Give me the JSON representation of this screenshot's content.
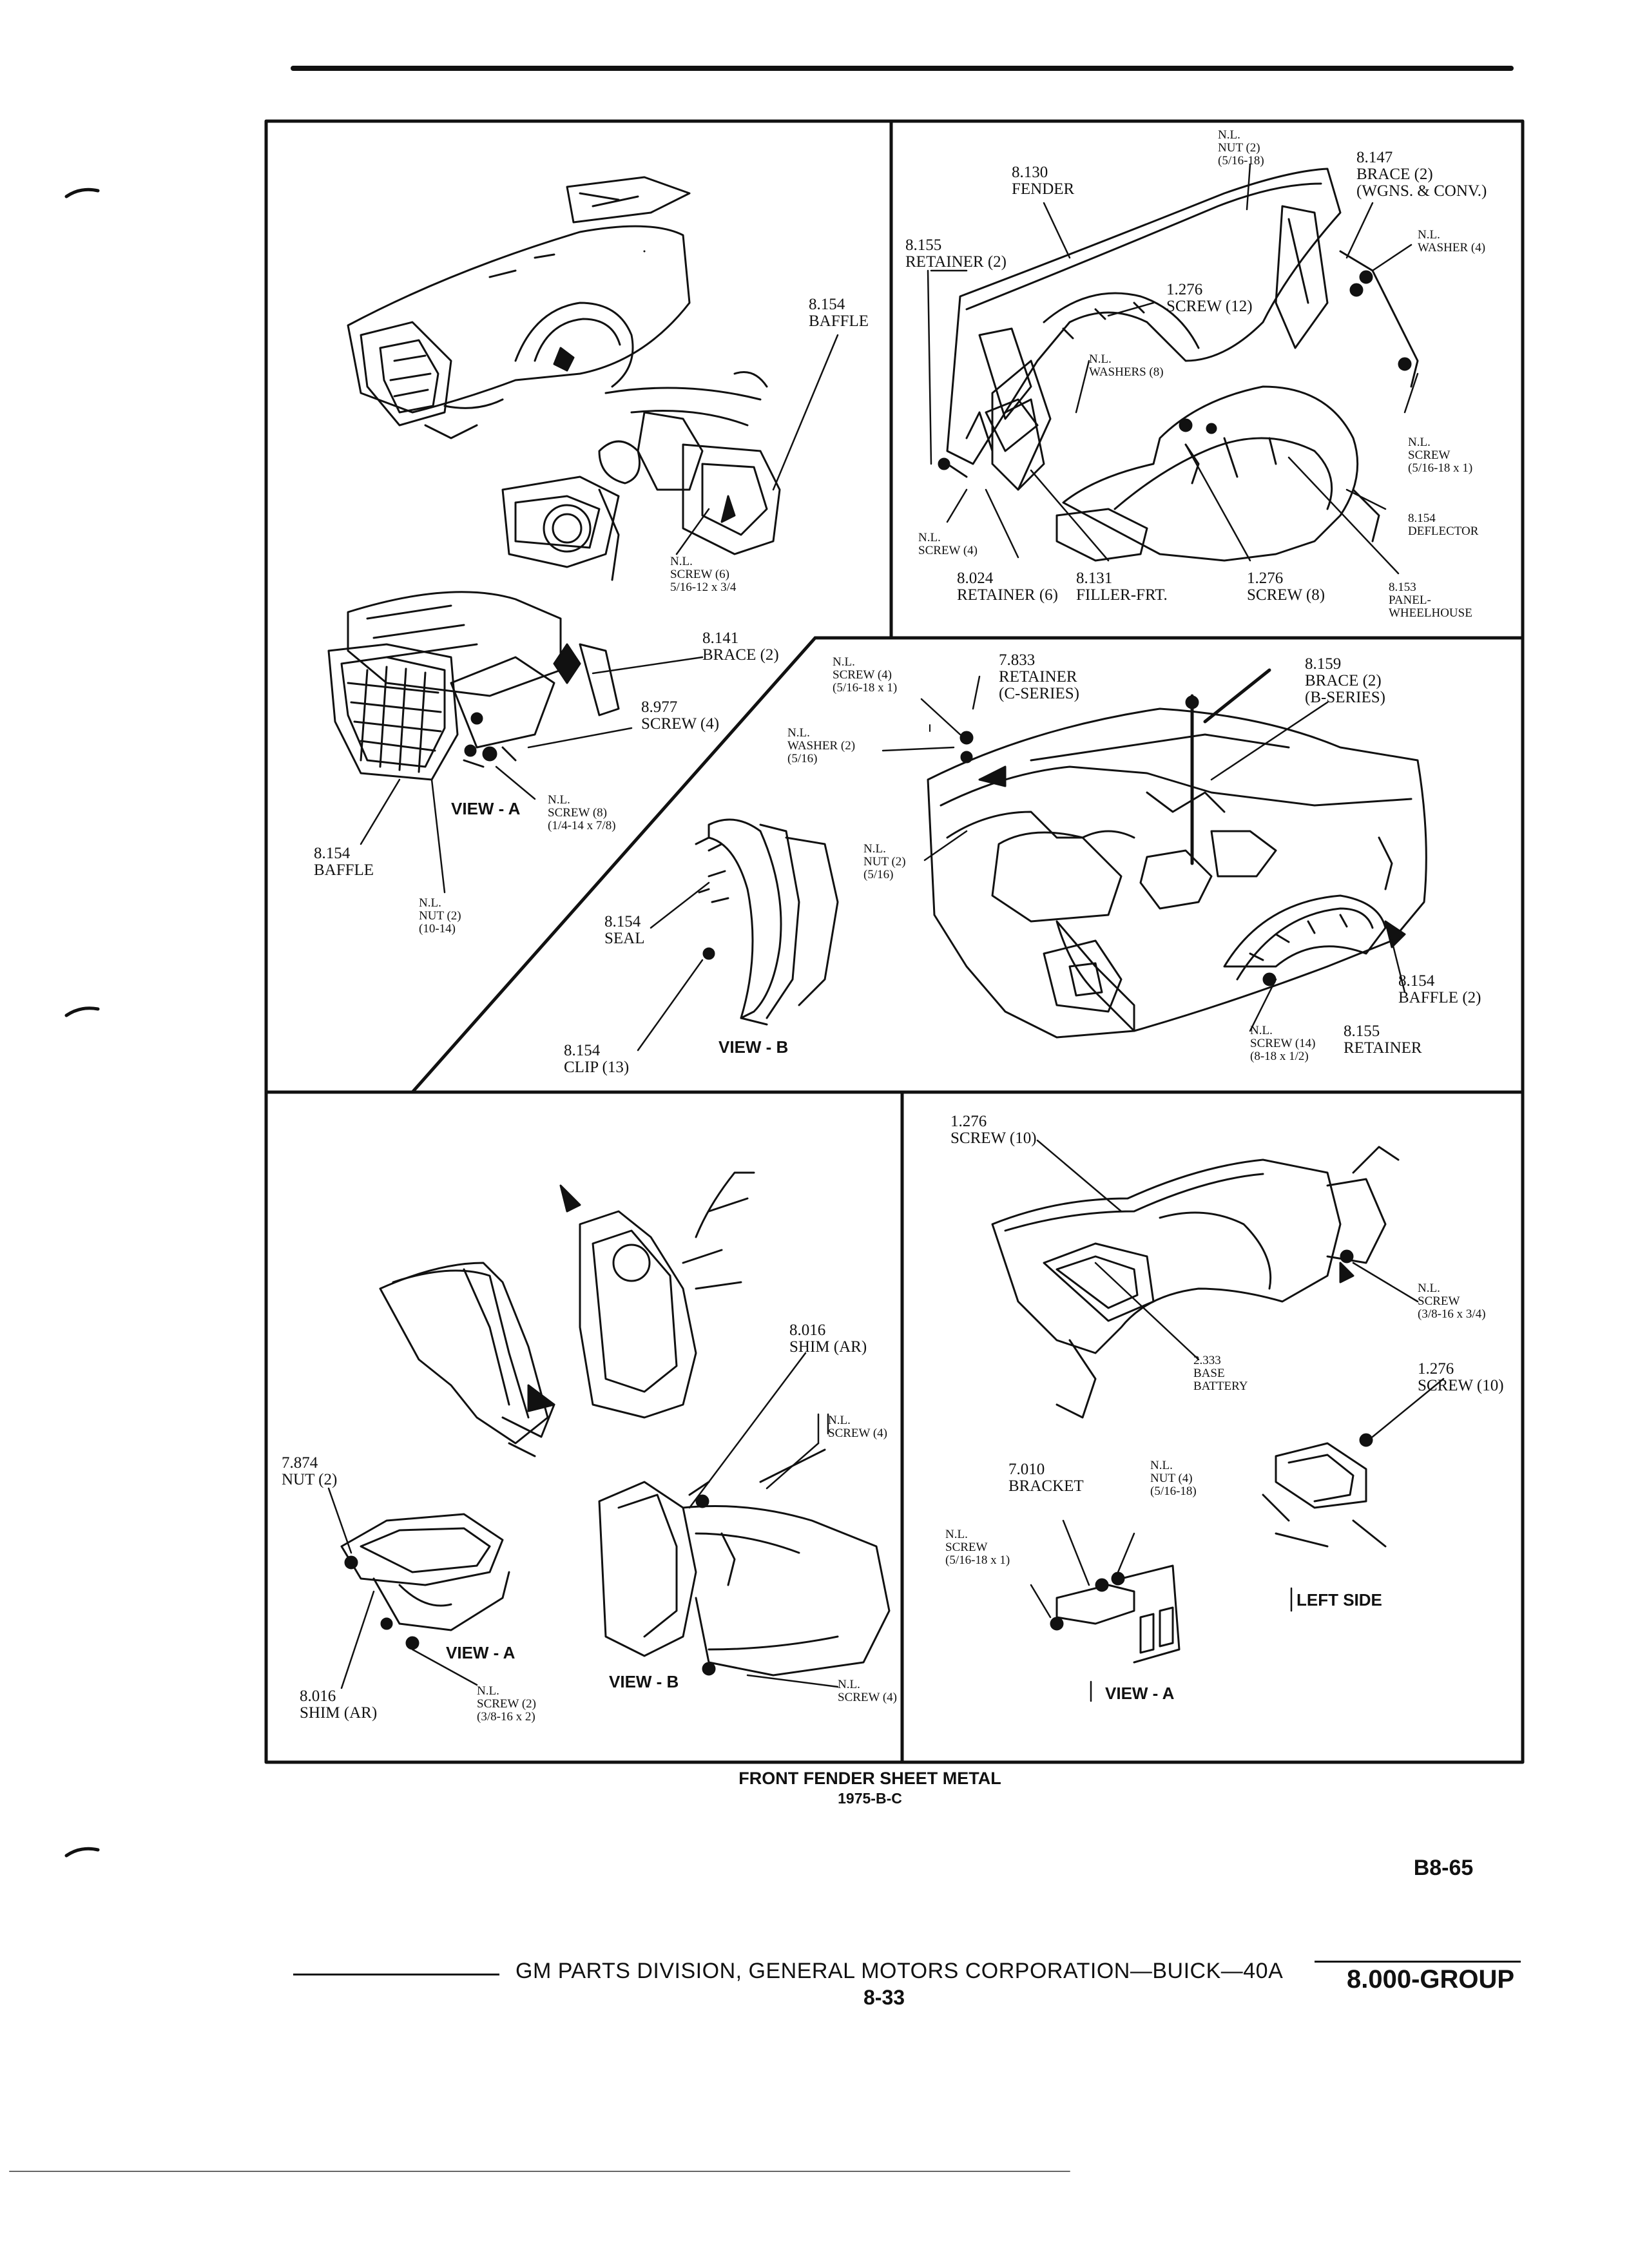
{
  "panels": {
    "p1": {
      "baffle_top": "8.154\nBAFFLE",
      "screw_top": "N.L.\nSCREW (6)\n5/16-12 x 3/4",
      "brace": "8.141\nBRACE (2)",
      "screw_977": "8.977\nSCREW (4)",
      "view_a": "VIEW - A",
      "screw_bot": "N.L.\nSCREW (8)\n(1/4-14 x 7/8)",
      "baffle_bot": "8.154\nBAFFLE",
      "nut": "N.L.\nNUT (2)\n(10-14)"
    },
    "p2": {
      "nut": "N.L.\nNUT (2)\n(5/16-18)",
      "fender": "8.130\nFENDER",
      "brace": "8.147\nBRACE (2)\n(WGNS. & CONV.)",
      "washer": "N.L.\nWASHER (4)",
      "retainer": "8.155\nRETAINER (2)",
      "screw12": "1.276\nSCREW (12)",
      "washers": "N.L.\nWASHERS (8)",
      "screw_r": "N.L.\nSCREW\n(5/16-18 x 1)",
      "deflector": "8.154\nDEFLECTOR",
      "screw4": "N.L.\nSCREW (4)",
      "retainer6": "8.024\nRETAINER (6)",
      "filler": "8.131\nFILLER-FRT.",
      "screw8": "1.276\nSCREW (8)",
      "panel": "8.153\nPANEL-\nWHEELHOUSE"
    },
    "p3": {
      "screw": "N.L.\nSCREW (4)\n(5/16-18 x 1)",
      "retainer": "7.833\nRETAINER\n(C-SERIES)",
      "brace": "8.159\nBRACE (2)\n(B-SERIES)",
      "washer": "N.L.\nWASHER (2)\n(5/16)",
      "nut": "N.L.\nNUT (2)\n(5/16)",
      "seal": "8.154\nSEAL",
      "baffle": "8.154\nBAFFLE (2)",
      "screw_b": "N.L.\nSCREW (14)\n(8-18 x 1/2)",
      "retainer_b": "8.155\nRETAINER",
      "clip": "8.154\nCLIP (13)",
      "view_b": "VIEW - B"
    },
    "p4": {
      "shim_top": "8.016\nSHIM (AR)",
      "screw_top": "N.L.\nSCREW (4)",
      "nut": "7.874\nNUT (2)",
      "view_a": "VIEW - A",
      "view_b": "VIEW - B",
      "shim_bot": "8.016\nSHIM (AR)",
      "screw_bot": "N.L.\nSCREW (2)\n(3/8-16 x 2)",
      "screw_r": "N.L.\nSCREW (4)"
    },
    "p5": {
      "screw10_top": "1.276\nSCREW (10)",
      "screw_r": "N.L.\nSCREW\n(3/8-16 x 3/4)",
      "battery": "2.333\nBASE\nBATTERY",
      "screw10_r": "1.276\nSCREW (10)",
      "bracket": "7.010\nBRACKET",
      "nut": "N.L.\nNUT (4)\n(5/16-18)",
      "screw_l": "N.L.\nSCREW\n(5/16-18 x 1)",
      "left_side": "LEFT SIDE",
      "view_a": "VIEW - A"
    }
  },
  "caption": {
    "title": "FRONT FENDER SHEET METAL",
    "subtitle": "1975-B-C"
  },
  "page_code": "B8-65",
  "footer": {
    "text": "GM PARTS DIVISION, GENERAL MOTORS CORPORATION—BUICK—40A",
    "page": "8-33",
    "group": "8.000-GROUP"
  }
}
